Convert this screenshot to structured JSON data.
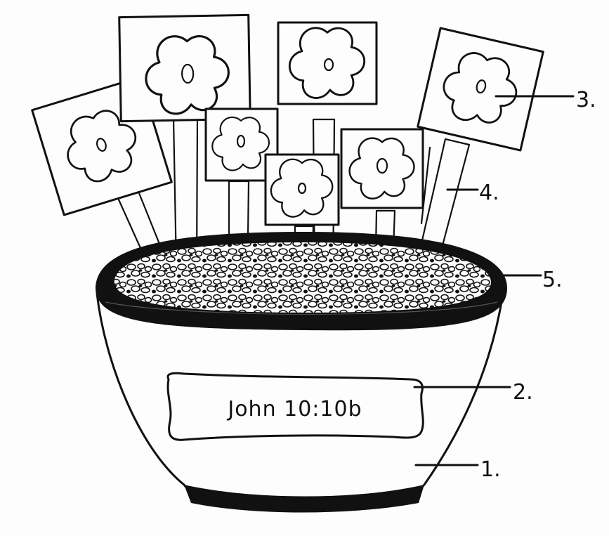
{
  "colors": {
    "ink": "#111111",
    "paper": "#fdfdfd"
  },
  "pot_label": {
    "text": "John 10:10b"
  },
  "callouts": [
    {
      "number": "1.",
      "part": "pot"
    },
    {
      "number": "2.",
      "part": "label"
    },
    {
      "number": "3.",
      "part": "flower-sign"
    },
    {
      "number": "4.",
      "part": "stick"
    },
    {
      "number": "5.",
      "part": "gravel"
    }
  ],
  "flower_signs_count": 7
}
